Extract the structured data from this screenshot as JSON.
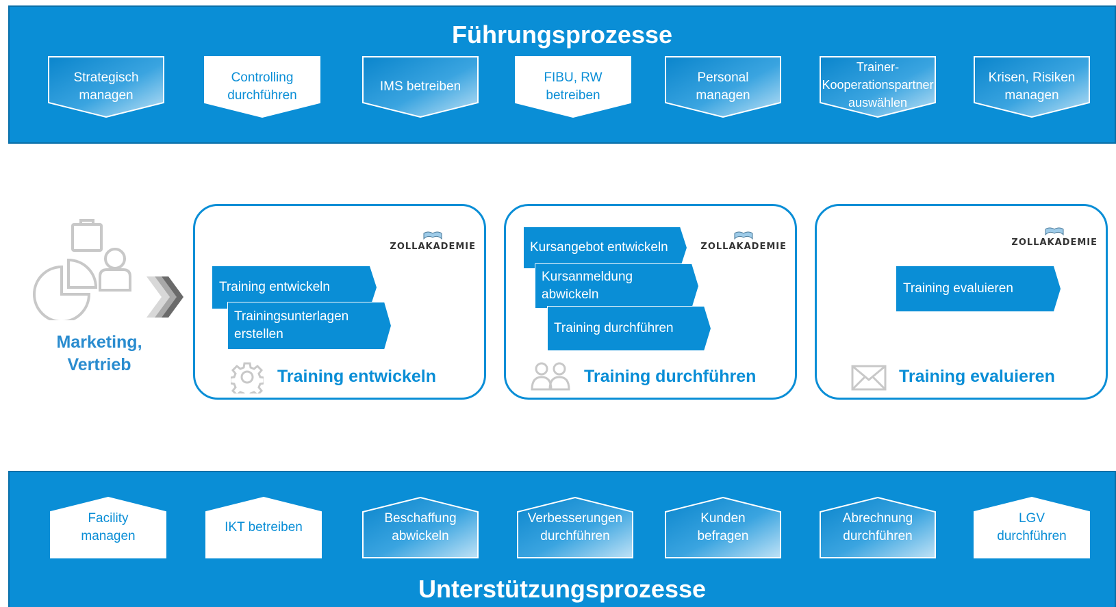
{
  "top_band": {
    "title": "Führungsprozesse",
    "items": [
      {
        "label": "Strategisch\nmanagen",
        "style": "dark"
      },
      {
        "label": "Controlling\ndurchführen",
        "style": "light"
      },
      {
        "label": "IMS betreiben",
        "style": "dark"
      },
      {
        "label": "FIBU, RW\nbetreiben",
        "style": "light"
      },
      {
        "label": "Personal\nmanagen",
        "style": "dark"
      },
      {
        "label": "Trainer-\nKooperationspartner\nauswählen",
        "style": "dark"
      },
      {
        "label": "Krisen, Risiken\nmanagen",
        "style": "dark"
      }
    ]
  },
  "marketing": {
    "label": "Marketing,\nVertrieb"
  },
  "panels": [
    {
      "logo": "ZOLLAKADEMIE",
      "title": "Training entwickeln",
      "icon": "gear-icon",
      "steps": [
        "Training entwickeln",
        "Trainingsunterlagen\nerstellen"
      ]
    },
    {
      "logo": "ZOLLAKADEMIE",
      "title": "Training durchführen",
      "icon": "people-icon",
      "steps": [
        "Kursangebot entwickeln",
        "Kursanmeldung\nabwickeln",
        "Training durchführen"
      ]
    },
    {
      "logo": "ZOLLAKADEMIE",
      "title": "Training evaluieren",
      "icon": "envelope-icon",
      "steps": [
        "Training evaluieren"
      ]
    }
  ],
  "bottom_band": {
    "title": "Unterstützungsprozesse",
    "items": [
      {
        "label": "Facility\nmanagen",
        "style": "light"
      },
      {
        "label": "IKT betreiben",
        "style": "light"
      },
      {
        "label": "Beschaffung\nabwickeln",
        "style": "dark"
      },
      {
        "label": "Verbesserungen\ndurchführen",
        "style": "dark"
      },
      {
        "label": "Kunden\nbefragen",
        "style": "dark"
      },
      {
        "label": "Abrechnung\ndurchführen",
        "style": "dark"
      },
      {
        "label": "LGV\ndurchführen",
        "style": "light"
      }
    ]
  },
  "colors": {
    "primary": "#0a8ed6",
    "dark_border": "#0a6fa8",
    "icon_gray": "#c8c8c8"
  }
}
